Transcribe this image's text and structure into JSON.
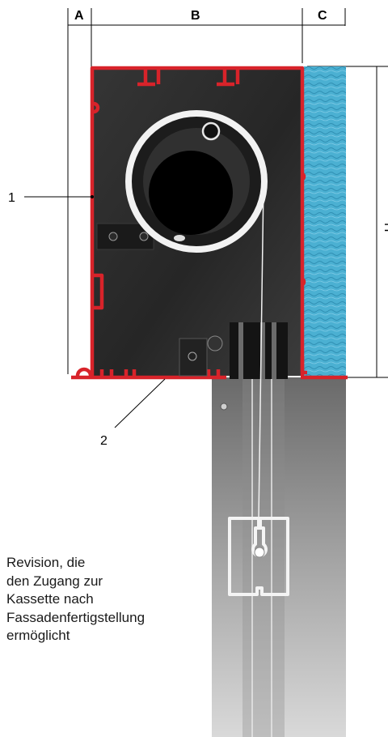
{
  "dimensions": {
    "a": "A",
    "b": "B",
    "c": "C",
    "h": "H"
  },
  "callouts": {
    "one": "1",
    "two": "2"
  },
  "caption": {
    "lines": [
      "Revision, die",
      "den Zugang zur",
      "Kassette nach",
      "Fassadenfertigstellung",
      "ermöglicht"
    ]
  },
  "colors": {
    "frame_red": "#d8232a",
    "housing_dark": "#2b2b2b",
    "insulation_blue": "#4aaecf",
    "shaft_white": "#f2f2f2",
    "guide_grey": "#9a9a9a"
  }
}
